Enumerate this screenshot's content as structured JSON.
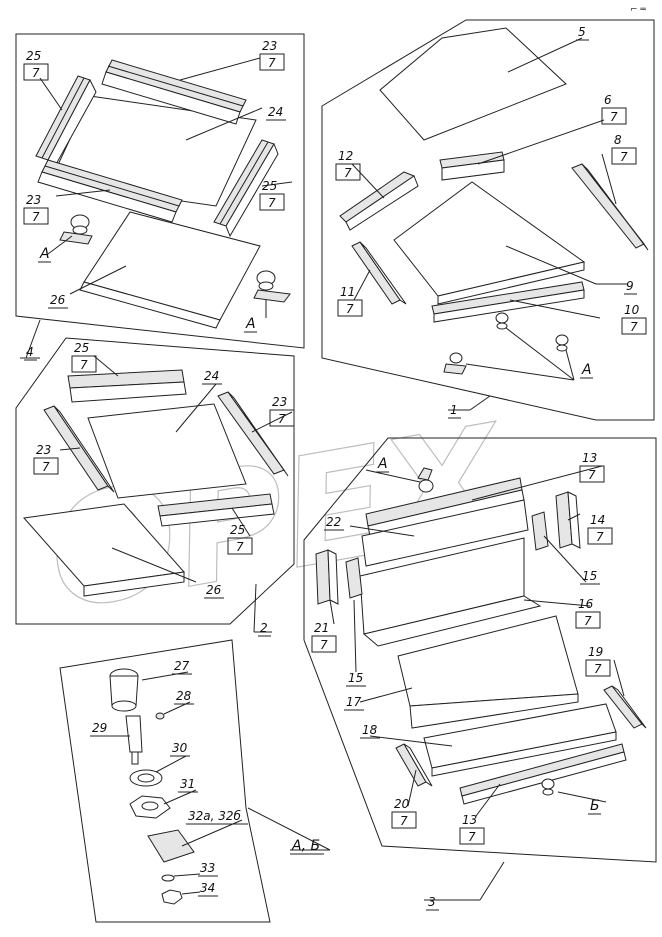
{
  "watermark": "OPEX",
  "corner_mark": "⌐ ═",
  "callouts": {
    "c25a": {
      "num": "25",
      "sub": "7"
    },
    "c23a": {
      "num": "23",
      "sub": "7"
    },
    "c24a": {
      "num": "24"
    },
    "c25b": {
      "num": "25",
      "sub": "7"
    },
    "c23b": {
      "num": "23",
      "sub": "7"
    },
    "cAa": {
      "num": "А"
    },
    "c26a": {
      "num": "26"
    },
    "cAb": {
      "num": "А"
    },
    "c4": {
      "num": "4"
    },
    "c5": {
      "num": "5"
    },
    "c6": {
      "num": "6",
      "sub": "7"
    },
    "c12": {
      "num": "12",
      "sub": "7"
    },
    "c8": {
      "num": "8",
      "sub": "7"
    },
    "c11": {
      "num": "11",
      "sub": "7"
    },
    "c9": {
      "num": "9"
    },
    "c10": {
      "num": "10",
      "sub": "7"
    },
    "cA1": {
      "num": "А"
    },
    "c1": {
      "num": "1"
    },
    "c25c": {
      "num": "25",
      "sub": "7"
    },
    "c24b": {
      "num": "24"
    },
    "c23c": {
      "num": "23",
      "sub": "7"
    },
    "c23d": {
      "num": "23",
      "sub": "7"
    },
    "c25d": {
      "num": "25",
      "sub": "7"
    },
    "c26b": {
      "num": "26"
    },
    "c2": {
      "num": "2"
    },
    "cA3": {
      "num": "А"
    },
    "c13a": {
      "num": "13",
      "sub": "7"
    },
    "c22": {
      "num": "22"
    },
    "c14": {
      "num": "14",
      "sub": "7"
    },
    "c15a": {
      "num": "15"
    },
    "c16": {
      "num": "16",
      "sub": "7"
    },
    "c21": {
      "num": "21",
      "sub": "7"
    },
    "c15b": {
      "num": "15"
    },
    "c17": {
      "num": "17"
    },
    "c19": {
      "num": "19",
      "sub": "7"
    },
    "c18": {
      "num": "18"
    },
    "c20": {
      "num": "20",
      "sub": "7"
    },
    "c13b": {
      "num": "13",
      "sub": "7"
    },
    "cB": {
      "num": "Б"
    },
    "c3": {
      "num": "3"
    },
    "c27": {
      "num": "27"
    },
    "c28": {
      "num": "28"
    },
    "c29": {
      "num": "29"
    },
    "c30": {
      "num": "30"
    },
    "c31": {
      "num": "31"
    },
    "c32": {
      "num": "32а, 32б"
    },
    "c33": {
      "num": "33"
    },
    "c34": {
      "num": "34"
    },
    "cAB": {
      "num": "А, Б"
    }
  }
}
